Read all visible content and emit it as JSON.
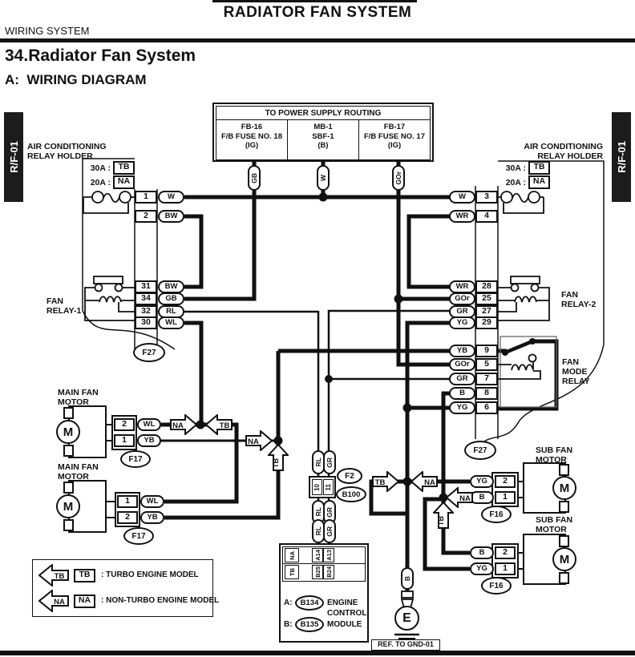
{
  "colors": {
    "ink": "#111111",
    "tab_bg": "#1c1c1c"
  },
  "header": {
    "page_title": "RADIATOR FAN SYSTEM",
    "system_label": "WIRING SYSTEM",
    "section_heading": "34.Radiator Fan System",
    "sub_heading": "A:  WIRING DIAGRAM"
  },
  "side_tabs": {
    "left": "R/F-01",
    "right": "R/F-01"
  },
  "power_box": {
    "title": "TO POWER SUPPLY ROUTING",
    "fuses": [
      {
        "l1": "FB-16",
        "l2": "F/B FUSE NO. 18",
        "l3": "(IG)"
      },
      {
        "l1": "MB-1",
        "l2": "SBF-1",
        "l3": "(B)"
      },
      {
        "l1": "FB-17",
        "l2": "F/B FUSE NO. 17",
        "l3": "(IG)"
      }
    ],
    "tags": [
      "GB",
      "W",
      "GOr"
    ]
  },
  "left_holder": {
    "label_l1": "AIR CONDITIONING",
    "label_l2": "RELAY HOLDER",
    "fuse_rows": [
      {
        "amp": "30A :",
        "tag": "TB"
      },
      {
        "amp": "20A :",
        "tag": "NA"
      }
    ],
    "pins": [
      {
        "num": "1",
        "color": "W"
      },
      {
        "num": "2",
        "color": "BW"
      }
    ],
    "relay": {
      "l1": "FAN",
      "l2": "RELAY-1"
    },
    "relay_pins": [
      {
        "num": "31",
        "color": "BW"
      },
      {
        "num": "34",
        "color": "GB"
      },
      {
        "num": "32",
        "color": "RL"
      },
      {
        "num": "30",
        "color": "WL"
      }
    ],
    "connector": "F27"
  },
  "right_holder": {
    "label_l1": "AIR CONDITIONING",
    "label_l2": "RELAY HOLDER",
    "fuse_rows": [
      {
        "amp": "30A :",
        "tag": "TB"
      },
      {
        "amp": "20A :",
        "tag": "NA"
      }
    ],
    "pins": [
      {
        "color": "W",
        "num": "3"
      },
      {
        "color": "WR",
        "num": "4"
      }
    ],
    "relay": {
      "l1": "FAN",
      "l2": "RELAY-2"
    },
    "relay_pins": [
      {
        "color": "WR",
        "num": "28"
      },
      {
        "color": "GOr",
        "num": "25"
      },
      {
        "color": "GR",
        "num": "27"
      },
      {
        "color": "YG",
        "num": "29"
      }
    ],
    "mode_relay": {
      "l1": "FAN",
      "l2": "MODE",
      "l3": "RELAY"
    },
    "mode_pins": [
      {
        "color": "YB",
        "num": "9"
      },
      {
        "color": "GOr",
        "num": "5"
      },
      {
        "color": "GR",
        "num": "7"
      },
      {
        "color": "B",
        "num": "8"
      },
      {
        "color": "YG",
        "num": "6"
      }
    ],
    "connector": "F27"
  },
  "main_fans": [
    {
      "label_l1": "MAIN FAN",
      "label_l2": "MOTOR",
      "motor": "M",
      "pins": [
        {
          "num": "2",
          "color": "WL"
        },
        {
          "num": "1",
          "color": "YB"
        }
      ],
      "connector": "F17"
    },
    {
      "label_l1": "MAIN FAN",
      "label_l2": "MOTOR",
      "motor": "M",
      "pins": [
        {
          "num": "1",
          "color": "WL"
        },
        {
          "num": "2",
          "color": "YB"
        }
      ],
      "connector": "F17"
    }
  ],
  "sub_fans": [
    {
      "label_l1": "SUB FAN",
      "label_l2": "MOTOR",
      "motor": "M",
      "pins": [
        {
          "color": "YG",
          "num": "2"
        },
        {
          "color": "B",
          "num": "1"
        }
      ],
      "connector": "F16"
    },
    {
      "label_l1": "SUB FAN",
      "label_l2": "MOTOR",
      "motor": "M",
      "pins": [
        {
          "color": "B",
          "num": "2"
        },
        {
          "color": "YG",
          "num": "1"
        }
      ],
      "connector": "F16"
    }
  ],
  "mid": {
    "tags_top": [
      "RL",
      "GR"
    ],
    "pin_nums": [
      "10",
      "11"
    ],
    "tags_mid": [
      "RL",
      "GR"
    ],
    "tags_low": [
      "RL",
      "GR"
    ],
    "conn_f2": "F2",
    "conn_b100": "B100"
  },
  "ecm": {
    "hdr_na": "NA",
    "hdr_tb": "TB",
    "row_a": [
      "A14",
      "A13"
    ],
    "row_b": [
      "B25",
      "B24"
    ],
    "a_prefix": "A:",
    "a_conn": "B134",
    "b_prefix": "B:",
    "b_conn": "B135",
    "name_l1": "ENGINE",
    "name_l2": "CONTROL",
    "name_l3": "MODULE"
  },
  "ground": {
    "tag": "B",
    "symbol": "E",
    "ref": "REF. TO GND-01"
  },
  "markers": {
    "na": "NA",
    "tb": "TB"
  },
  "legend": {
    "rows": [
      {
        "arrow": "TB",
        "box": "TB",
        "text": ": TURBO ENGINE MODEL"
      },
      {
        "arrow": "NA",
        "box": "NA",
        "text": ": NON-TURBO ENGINE MODEL"
      }
    ]
  }
}
